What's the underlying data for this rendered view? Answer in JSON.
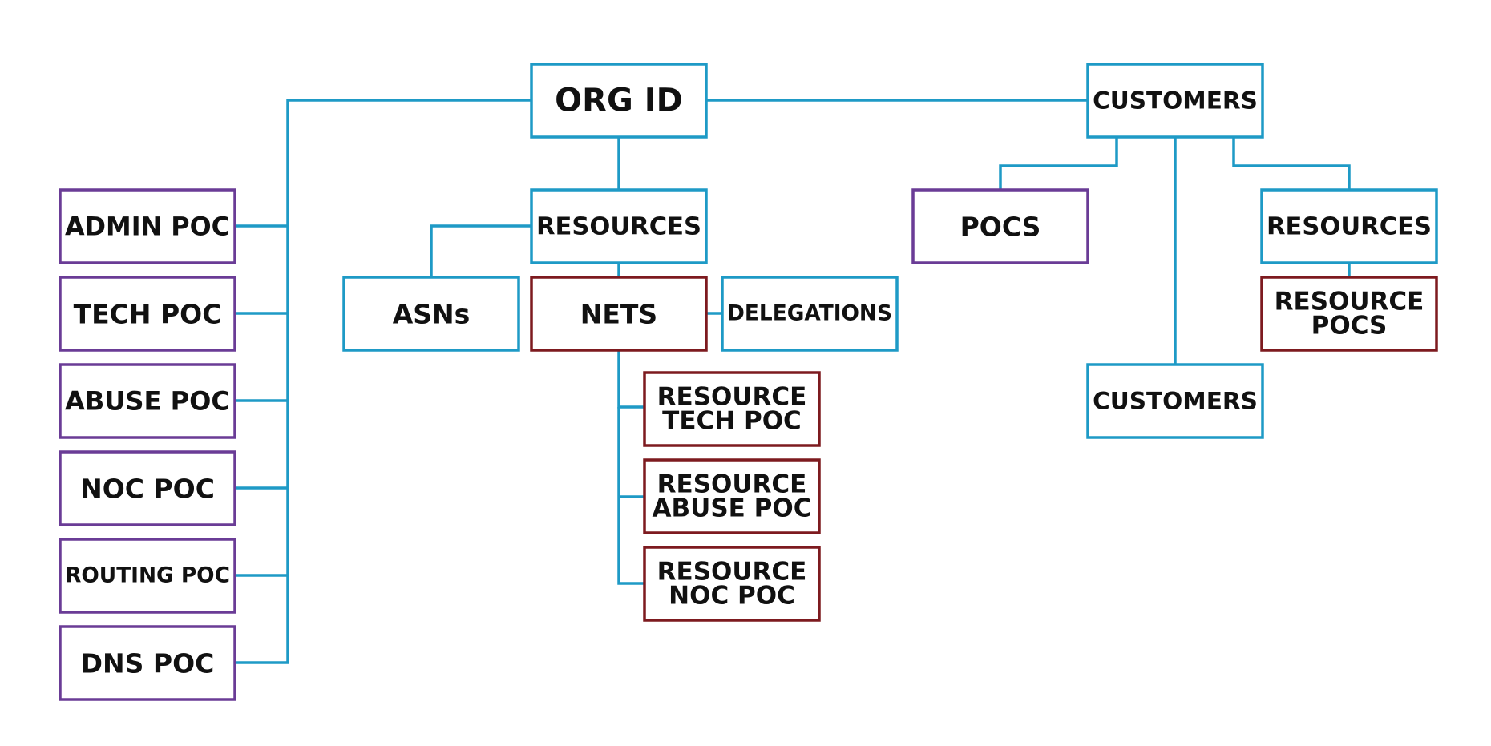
{
  "colors": {
    "connector": "#1e9ac6",
    "entity_blue": "#1e9ac6",
    "poc_purple": "#6a3c96",
    "resource_poc_red": "#7d1a1f"
  },
  "nodes": [
    {
      "id": "org-id",
      "label": "ORG ID",
      "kind": "entity_blue"
    },
    {
      "id": "customers-top",
      "label": "CUSTOMERS",
      "kind": "entity_blue"
    },
    {
      "id": "admin-poc",
      "label": "ADMIN POC",
      "kind": "poc_purple"
    },
    {
      "id": "tech-poc",
      "label": "TECH POC",
      "kind": "poc_purple"
    },
    {
      "id": "abuse-poc",
      "label": "ABUSE POC",
      "kind": "poc_purple"
    },
    {
      "id": "noc-poc",
      "label": "NOC POC",
      "kind": "poc_purple"
    },
    {
      "id": "routing-poc",
      "label": "ROUTING POC",
      "kind": "poc_purple"
    },
    {
      "id": "dns-poc",
      "label": "DNS POC",
      "kind": "poc_purple"
    },
    {
      "id": "resources-center",
      "label": "RESOURCES",
      "kind": "entity_blue"
    },
    {
      "id": "asns",
      "label": "ASNs",
      "kind": "entity_blue"
    },
    {
      "id": "nets",
      "label": "NETS",
      "kind": "resource_poc_red"
    },
    {
      "id": "delegations",
      "label": "DELEGATIONS",
      "kind": "entity_blue"
    },
    {
      "id": "resource-tech-poc",
      "label": "RESOURCE\nTECH POC",
      "kind": "resource_poc_red"
    },
    {
      "id": "resource-abuse-poc",
      "label": "RESOURCE\nABUSE POC",
      "kind": "resource_poc_red"
    },
    {
      "id": "resource-noc-poc",
      "label": "RESOURCE\nNOC POC",
      "kind": "resource_poc_red"
    },
    {
      "id": "pocs",
      "label": "POCS",
      "kind": "poc_purple"
    },
    {
      "id": "resources-right",
      "label": "RESOURCES",
      "kind": "entity_blue"
    },
    {
      "id": "resource-pocs",
      "label": "RESOURCE\nPOCS",
      "kind": "resource_poc_red"
    },
    {
      "id": "customers-bottom",
      "label": "CUSTOMERS",
      "kind": "entity_blue"
    }
  ],
  "edges": [
    {
      "from": "org-id",
      "to": "customers-top"
    },
    {
      "from": "org-id",
      "to": "admin-poc"
    },
    {
      "from": "org-id",
      "to": "tech-poc"
    },
    {
      "from": "org-id",
      "to": "abuse-poc"
    },
    {
      "from": "org-id",
      "to": "noc-poc"
    },
    {
      "from": "org-id",
      "to": "routing-poc"
    },
    {
      "from": "org-id",
      "to": "dns-poc"
    },
    {
      "from": "org-id",
      "to": "resources-center"
    },
    {
      "from": "resources-center",
      "to": "asns"
    },
    {
      "from": "resources-center",
      "to": "nets"
    },
    {
      "from": "nets",
      "to": "delegations"
    },
    {
      "from": "nets",
      "to": "resource-tech-poc"
    },
    {
      "from": "nets",
      "to": "resource-abuse-poc"
    },
    {
      "from": "nets",
      "to": "resource-noc-poc"
    },
    {
      "from": "customers-top",
      "to": "pocs"
    },
    {
      "from": "customers-top",
      "to": "customers-bottom"
    },
    {
      "from": "customers-top",
      "to": "resources-right"
    },
    {
      "from": "resources-right",
      "to": "resource-pocs"
    }
  ]
}
